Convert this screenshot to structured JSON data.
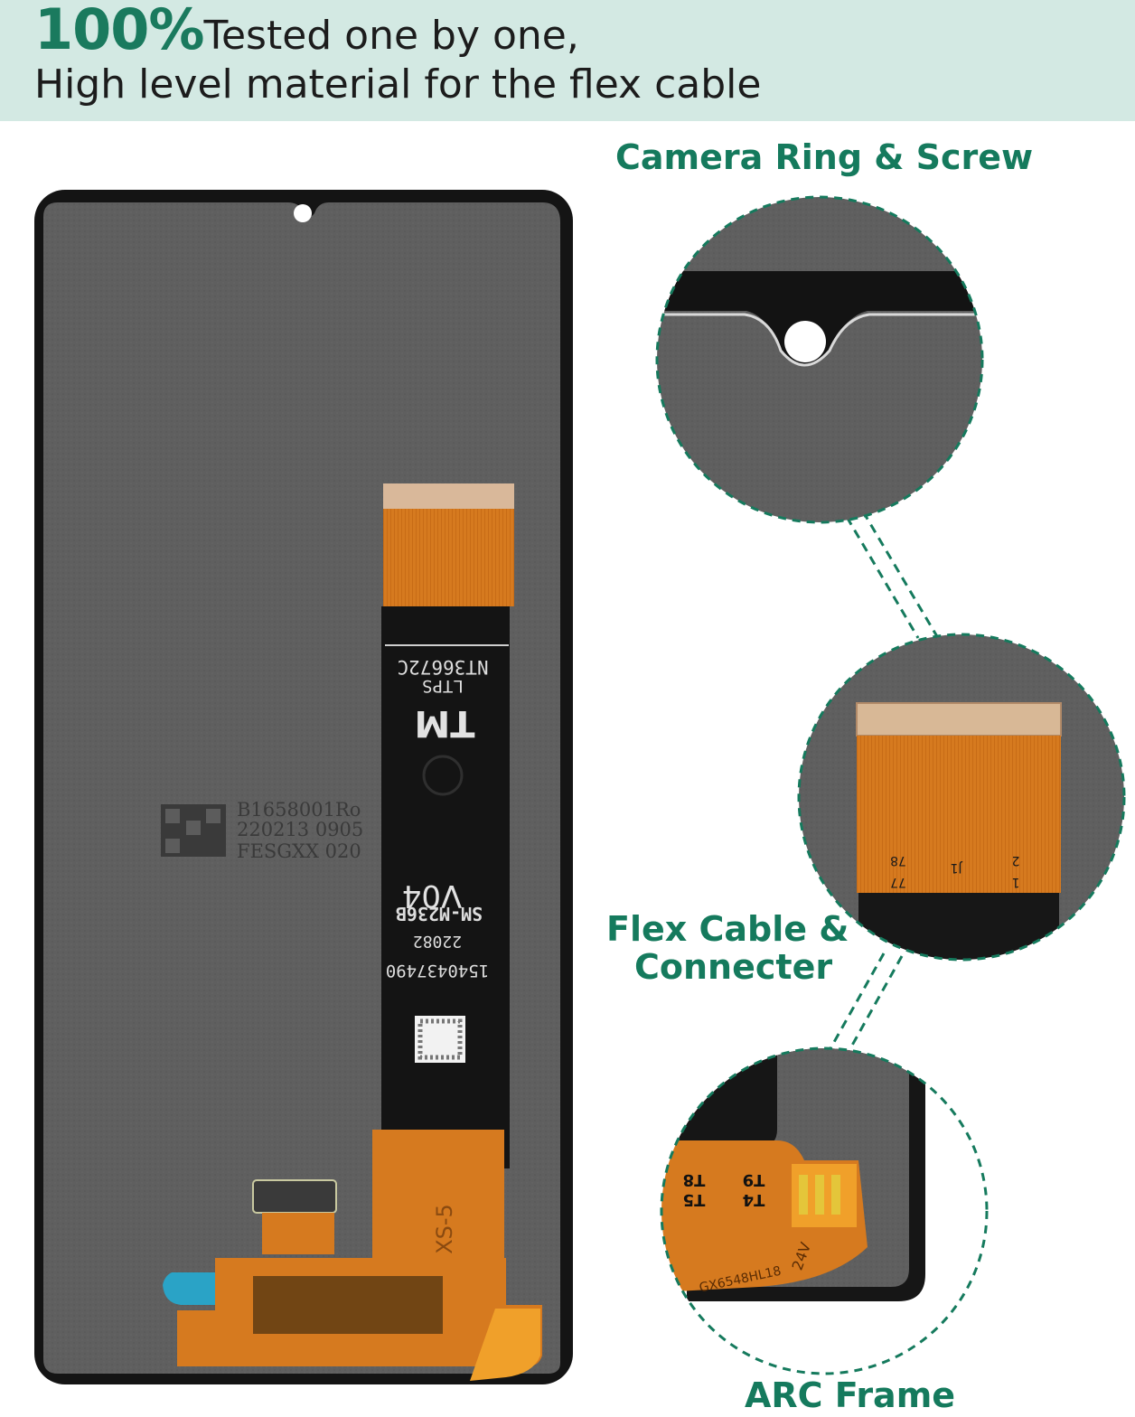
{
  "header": {
    "percent": "100%",
    "line1_rest": "Tested one by one,",
    "line2": "High level material for the flex cable"
  },
  "callouts": {
    "camera": "Camera Ring & Screw",
    "flex_line1": "Flex Cable &",
    "flex_line2": "Connecter",
    "arc": "ARC Frame"
  },
  "flex_labels": {
    "model": "NT36672C",
    "ltps": "LTPS",
    "tm": "TM",
    "version": "V04",
    "part": "SM-M236B",
    "date": "22082",
    "serial": "1540437490",
    "xs": "XS-5",
    "pin_77": "77",
    "pin_78": "78",
    "pin_j1": "J1",
    "pin_1": "1",
    "pin_2": "2"
  },
  "panel_sticker": {
    "line1": "B1658001Ro",
    "line2": "220213 0905",
    "line3": "FESGXX 020"
  },
  "arc_detail": {
    "t5": "T5",
    "t8": "T8",
    "t4": "T4",
    "t9": "T9",
    "v24": "24V",
    "code": "GX6548HL18"
  },
  "colors": {
    "accent": "#157a5d",
    "banner": "#d3e9e3",
    "panel": "#5e5e5e",
    "flex": "#d4781f"
  }
}
